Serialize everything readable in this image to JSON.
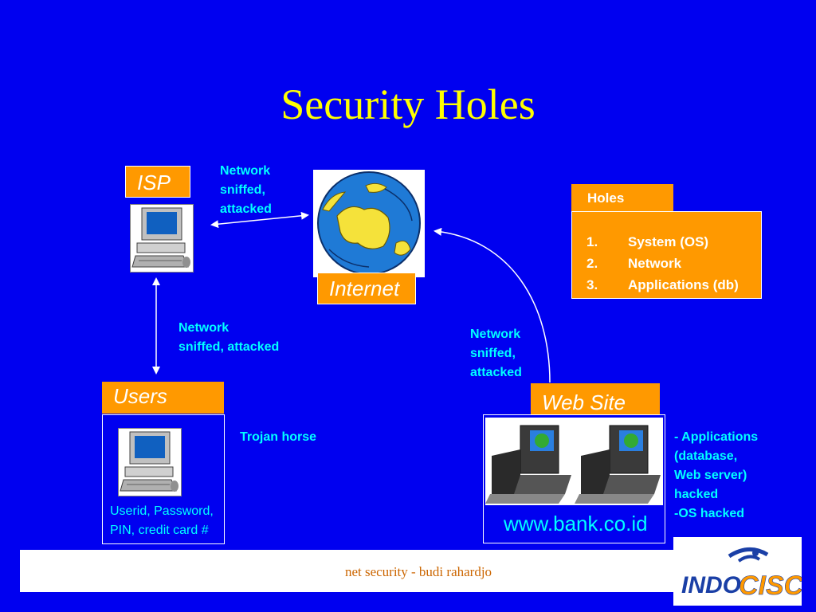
{
  "title": "Security Holes",
  "nodes": {
    "isp": "ISP",
    "internet": "Internet",
    "users": "Users",
    "website": "Web Site",
    "bank_url": "www.bank.co.id"
  },
  "annotations": {
    "isp_internet": [
      "Network",
      "sniffed,",
      "attacked"
    ],
    "isp_users": [
      "Network",
      "sniffed, attacked"
    ],
    "web_internet": [
      "Network",
      "sniffed,",
      "attacked"
    ],
    "trojan": "Trojan horse",
    "user_data": [
      "Userid, Password,",
      "PIN, credit card #"
    ],
    "web_holes": [
      "- Applications",
      "(database,",
      "Web server)",
      "hacked",
      "-OS hacked"
    ]
  },
  "holes": {
    "header": "Holes",
    "items": [
      {
        "num": "1.",
        "label": "System (OS)"
      },
      {
        "num": "2.",
        "label": "Network"
      },
      {
        "num": "3.",
        "label": "Applications (db)"
      }
    ]
  },
  "footer": "net security - budi rahardjo",
  "logo": {
    "part1": "INDO",
    "part2": "CISC"
  },
  "colors": {
    "background": "#0000f0",
    "title": "#ffff00",
    "box": "#ff9900",
    "annotation": "#00ffff"
  },
  "icons": [
    "computer-icon",
    "globe-icon",
    "server-icon"
  ]
}
